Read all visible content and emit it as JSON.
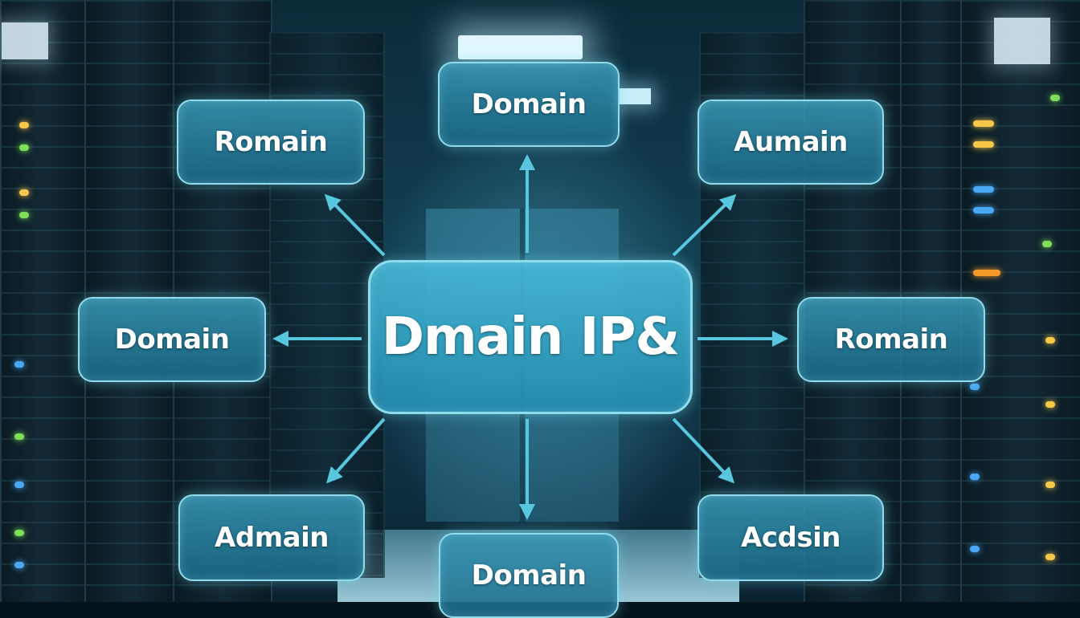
{
  "diagram": {
    "center": "Dmain IP&",
    "top": "Domain",
    "top_left": "Romain",
    "top_right": "Aumain",
    "left": "Domain",
    "right": "Romain",
    "bottom_left": "Admain",
    "bottom": "Domain",
    "bottom_right": "Acdsin"
  },
  "colors": {
    "box_fill": "#2a8eae",
    "box_border": "#8fdcec",
    "arrow": "#58c6df",
    "text": "#ffffff"
  }
}
